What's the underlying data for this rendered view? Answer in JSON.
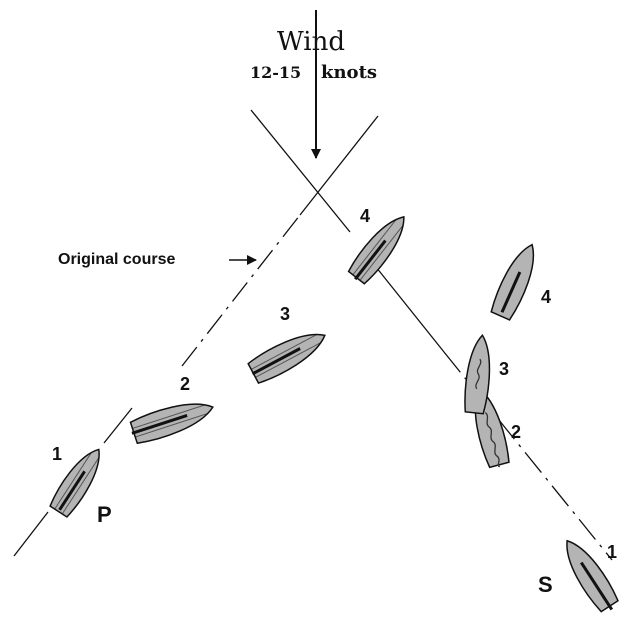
{
  "wind": {
    "title": "Wind",
    "speed": "12-15",
    "unit": "knots"
  },
  "original_course_label": "Original course",
  "boat_labels": {
    "port": "P",
    "starboard": "S"
  },
  "port_boat_positions": [
    "1",
    "2",
    "3",
    "4"
  ],
  "starboard_boat_positions": [
    "1",
    "2",
    "3",
    "4"
  ],
  "colors": {
    "hull": "#b4b4b4",
    "ink": "#111111"
  }
}
